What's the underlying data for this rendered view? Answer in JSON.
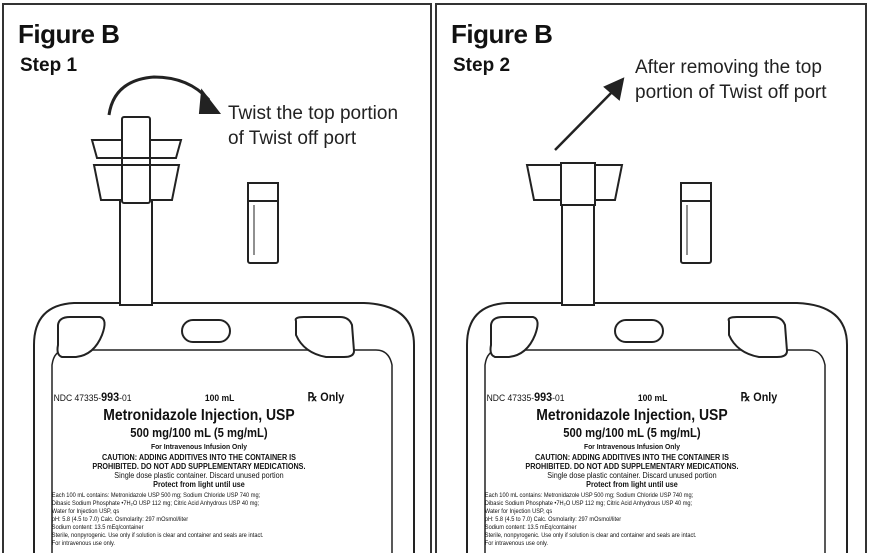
{
  "panels": [
    {
      "figure": "Figure B",
      "step": "Step 1",
      "note_lines": [
        "Twist the top portion",
        "of Twist off port"
      ]
    },
    {
      "figure": "Figure B",
      "step": "Step 2",
      "note_lines": [
        "After removing the top",
        "portion of Twist off port"
      ]
    }
  ],
  "label": {
    "ndc_prefix": "NDC 47335-",
    "ndc_bold": "993",
    "ndc_suffix": "-01",
    "volume": "100 mL",
    "rx": "℞ Only",
    "title": "Metronidazole Injection, USP",
    "strength": "500 mg/100 mL (5 mg/mL)",
    "route": "For Intravenous Infusion Only",
    "caution_1": "CAUTION: ADDING ADDITIVES INTO THE CONTAINER IS",
    "caution_2": "PROHIBITED. DO NOT ADD SUPPLEMENTARY MEDICATIONS.",
    "single_dose": "Single dose plastic container. Discard unused portion",
    "protect": "Protect from light until use",
    "details": [
      "Each 100 mL contains: Metronidazole USP 500 mg; Sodium Chloride USP 740 mg;",
      "Dibasic Sodium Phosphate •7H₂O USP 112 mg; Citric Acid Anhydrous USP 40 mg;",
      "Water for Injection USP, qs",
      "pH: 5.8 (4.5 to 7.0)    Calc. Osmolarity: 297 mOsmol/liter",
      "Sodium content: 13.5 mEq/container",
      "Sterile, nonpyrogenic. Use only if solution is clear and container and seals are intact.",
      "For intravenous use only."
    ]
  }
}
